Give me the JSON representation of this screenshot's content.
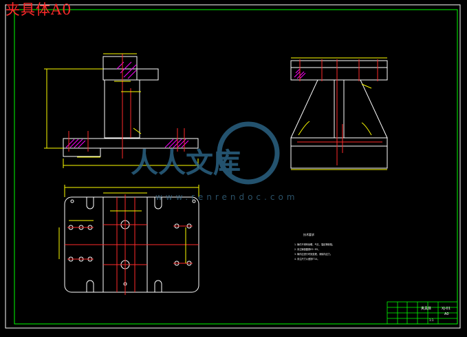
{
  "drawing_title": "夹具体A0",
  "watermark": {
    "logo_text": "人人文库",
    "url": "www.renrendoc.com"
  },
  "title_block": {
    "part_name": "夹具体",
    "scale": "1:1",
    "drawing_no": "XJ-01",
    "sheet": "A0"
  },
  "technical_requirements": {
    "heading": "技术要求",
    "lines": [
      "1. 铸件不得有砂眼、气孔、裂纹等缺陷。",
      "2. 未注铸造圆角R3~R5。",
      "3. 铸件应进行时效处理，消除内应力。",
      "4. 未注尺寸公差按IT14。"
    ]
  },
  "colors": {
    "border": "#00ff00",
    "outline": "#ffffff",
    "dimension": "#ffff00",
    "centerline": "#ff2a2a",
    "hatch": "#ff00ff",
    "watermark": "#2e6a8e"
  }
}
